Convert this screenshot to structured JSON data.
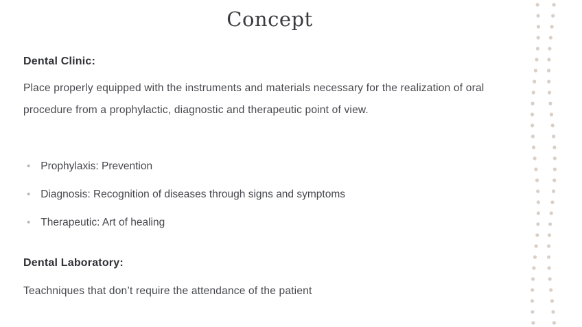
{
  "title": "Concept",
  "dental_clinic": {
    "heading": "Dental Clinic:",
    "description": "Place properly equipped with the instruments and materials necessary for the realization of oral procedure from a prophylactic, diagnostic and therapeutic point of view."
  },
  "bullets": [
    "Prophylaxis: Prevention",
    "Diagnosis: Recognition of diseases through signs and symptoms",
    "Therapeutic: Art of healing"
  ],
  "bullet_marker": "•",
  "dental_laboratory": {
    "heading": "Dental Laboratory:",
    "description": "Teachniques that don’t require the attendance of the patient"
  },
  "decor": {
    "dot_color": "#d9cfc6"
  }
}
